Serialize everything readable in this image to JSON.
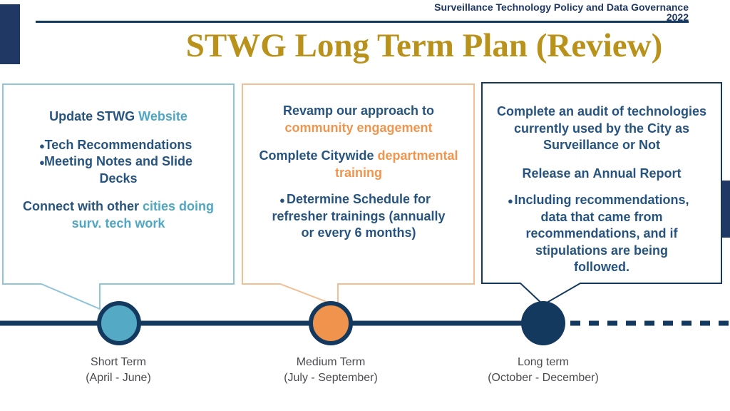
{
  "colors": {
    "navy_dark": "#14395F",
    "navy_header": "#1F3864",
    "text_navy": "#27547F",
    "teal": "#4EA7C4",
    "teal_border": "#8FC4D9",
    "orange": "#F0954E",
    "orange_border": "#F2BE92",
    "gold": "#B9921B",
    "label_gray": "#4B4B51",
    "teal_fill": "#54A9C4",
    "orange_fill": "#F0944D"
  },
  "header": {
    "line1": "Surveillance Technology Policy and Data Governance",
    "line2": "2022"
  },
  "title": "STWG Long Term Plan (Review)",
  "box_short": {
    "l1a": "Update STWG ",
    "l1b": "Website",
    "bullet_glyph": "●",
    "b1": "Tech Recommendations",
    "b2": "Meeting Notes and Slide",
    "b2cont": "Decks",
    "l2a": "Connect with other ",
    "l2b": "cities doing",
    "l3b": "surv. tech work"
  },
  "box_medium": {
    "l1": "Revamp our approach to",
    "l2": "community engagement",
    "l3a": "Complete Citywide ",
    "l3b": "departmental",
    "l4": "training",
    "bullet_glyph": "●",
    "b1": "Determine Schedule for",
    "b1cont1": "refresher trainings (annually",
    "b1cont2": "or every 6 months)"
  },
  "box_long": {
    "l1": "Complete an audit of technologies",
    "l2": "currently used by the City as",
    "l3": "Surveillance or Not",
    "l4a": "Release an ",
    "l4b": "Annual Report",
    "bullet_glyph": "●",
    "b1": "Including recommendations,",
    "b1cont1": "data that came from",
    "b1cont2": "recommendations, and if",
    "b1cont3": "stipulations are  being",
    "b1cont4": "followed."
  },
  "timeline": {
    "milestones": [
      {
        "label": "Short Term",
        "sublabel": "(April - June)"
      },
      {
        "label": "Medium Term",
        "sublabel": "(July - September)"
      },
      {
        "label": "Long term",
        "sublabel": "(October - December)"
      }
    ]
  }
}
